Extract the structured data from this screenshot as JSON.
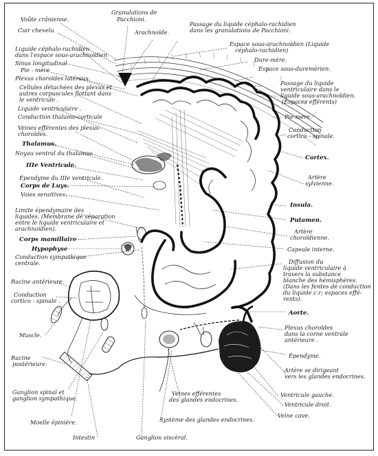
{
  "labels": {
    "voute": "Voûte crânienne.",
    "cuir": "Cuir chevelu",
    "lcr_sous_arach": [
      "Liquide céphalo-rachidien",
      "dans l'espace sous-arachnoïdien"
    ],
    "sinus": "Sinus longitudinal",
    "pie_mere_l": "Pie - mère",
    "plexus_lat": "Plexus choroïdes latéraux.",
    "cellules": [
      "Cellules détachées des plexus et",
      "autres corpuscules flottant dans",
      "le ventricule ."
    ],
    "liq_vent": "Liquide ventriculaire .",
    "cond_thal": "Conduction thalamo-corticale",
    "veines_eff_plexus": [
      "Veines efférentes des plexus-",
      "choroïdes."
    ],
    "thalamus": "Thalamus.",
    "noyau_ventral": "Noyau ventral du thalamus",
    "iii_ventricule": "IIIe Ventricule.",
    "ependyme_iii": "Épendyme du IIIe ventricule.",
    "corps_luys": "Corps de Luys.",
    "voies_sens": "Voies sensitives.",
    "limite": [
      "Limite épendymaire des",
      "liquides. (Membrane de séparation",
      "entre le liquide ventriculaire et",
      "arachnoïdien)."
    ],
    "corps_mam": "Corps mamillaire",
    "hypophyse": "Hypophyse",
    "cond_symp": [
      "Conduction sympathique",
      "centrale."
    ],
    "racine_ant": "Racine antérieure.",
    "cond_cortico_spinale_l": [
      "Conduction",
      "cortico - spinale ."
    ],
    "muscle": "Muscle.",
    "racine_post": [
      "Racine",
      "postérieure."
    ],
    "ganglion_spinal": [
      "Ganglion spinal et",
      "ganglion sympathique."
    ],
    "moelle": "Moelle épinière.",
    "intestin": "Intestin",
    "granulations": [
      "Granulations de",
      "Pacchioni."
    ],
    "arachnoide": "Arachnoïde.",
    "passage_lcr": [
      "Passage du liquide céphalo-rachidien",
      "dans les granulations de Pacchioni."
    ],
    "espace_sous_arach": [
      "Espace sous-arachnoïdien (Liquide",
      "céphalo-rachidien)"
    ],
    "dure_mere": "Dure-mère.",
    "espace_sous_dure": "Espace sous-duremérien.",
    "passage_vent": [
      "Passage du liquide",
      "ventriculaire dans le",
      "liquide sous-arachnoïdien.",
      "(Espaces efférents)"
    ],
    "pie_mere_r": "Pie-mère.",
    "cond_cortico_spinale_r": [
      "Conduction",
      "cortico - spinale."
    ],
    "cortex": "Cortex.",
    "artere_sylv": [
      "Artère",
      "sylvienne."
    ],
    "insula": "Insula.",
    "putamen": "Putamen.",
    "artere_chor": [
      "Artère",
      "choroïdienne."
    ],
    "capsule": "Capsule interne.",
    "diffusion": [
      "Diffusion du",
      "liquide ventriculaire à",
      "travers la substance",
      "blanche des hémisphères.",
      "(Dans les fentes de conduction",
      "du liquide c.r; espaces effé-",
      "rents)."
    ],
    "aorte": "Aorte.",
    "plexus_corne": [
      "Plexus choroïdes",
      "dans la corne ventrale",
      "antérieure ."
    ],
    "ependyme_r": "Épendyme.",
    "artere_glandes": [
      "Artère se dirigeant",
      "vers les glandes endocrines."
    ],
    "vent_gauche": "Ventricule gauche.",
    "vent_droit": "Ventricule droit.",
    "veine_cave": "Veine cave.",
    "veines_glandes": [
      "Veines efférentes",
      "des glandes endocrines."
    ],
    "systeme_glandes": "Système des glandes endocrines.",
    "ganglion_visceral": "Ganglion viscéral."
  }
}
